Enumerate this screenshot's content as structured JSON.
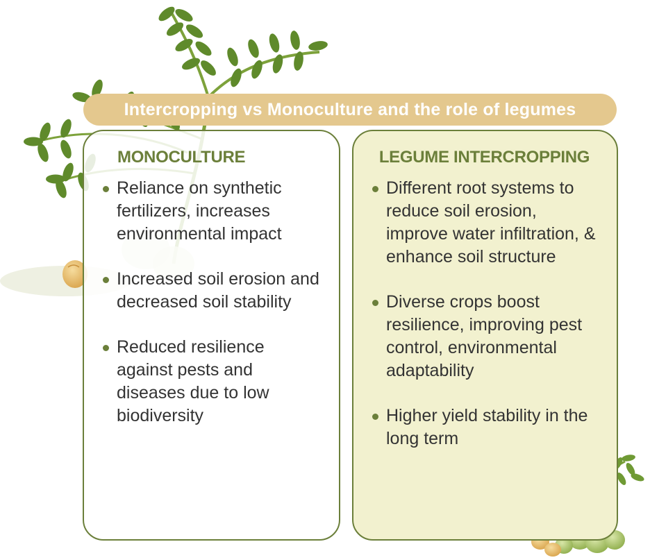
{
  "title": "Intercropping vs Monoculture and the role of legumes",
  "colors": {
    "banner": "#e4c88e",
    "accent_green": "#6b7f3a",
    "right_panel_bg": "#f2f1cf",
    "leaf_green": "#5f8a2b",
    "chickpea": "#e8bd68"
  },
  "monoculture": {
    "heading": "MONOCULTURE",
    "items": [
      "Reliance on synthetic fertilizers, increases environmental impact",
      "Increased soil erosion and decreased soil stability",
      "Reduced resilience against pests and diseases due to low biodiversity"
    ]
  },
  "legume_intercropping": {
    "heading": "LEGUME INTERCROPPING",
    "items": [
      "Different root systems to reduce soil erosion, improve water infiltration, & enhance soil structure",
      "Diverse crops boost resilience, improving pest control, environmental adaptability",
      "Higher yield stability in the long term"
    ]
  },
  "icons": [
    "chickpea-plant-illustration",
    "chickpea-seeds",
    "bullet-dot"
  ]
}
